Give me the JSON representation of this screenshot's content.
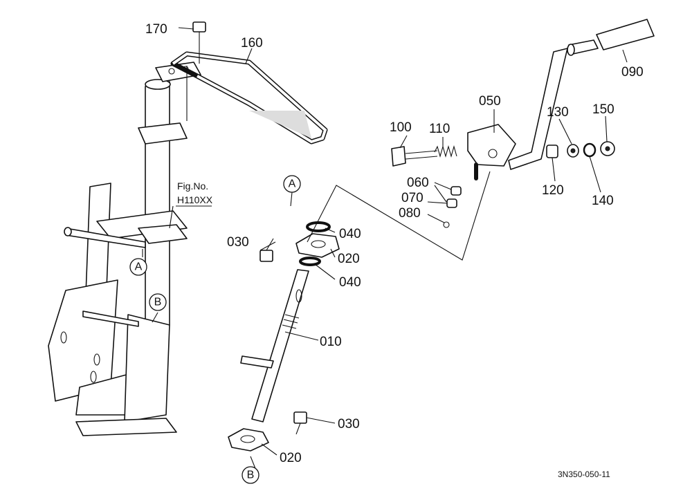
{
  "labels": {
    "p170": "170",
    "p160": "160",
    "p090": "090",
    "p050": "050",
    "p100": "100",
    "p110": "110",
    "p130": "130",
    "p150": "150",
    "p120": "120",
    "p140": "140",
    "p060": "060",
    "p070": "070",
    "p080": "080",
    "p040a": "040",
    "p030a": "030",
    "p020a": "020",
    "p040b": "040",
    "p010": "010",
    "p030b": "030",
    "p020b": "020"
  },
  "fig_ref": {
    "line1": "Fig.No.",
    "line2": "H110XX"
  },
  "callouts": {
    "a1": "A",
    "b1": "B",
    "a2": "A",
    "b2": "B"
  },
  "drawing_code": "3N350-050-11"
}
